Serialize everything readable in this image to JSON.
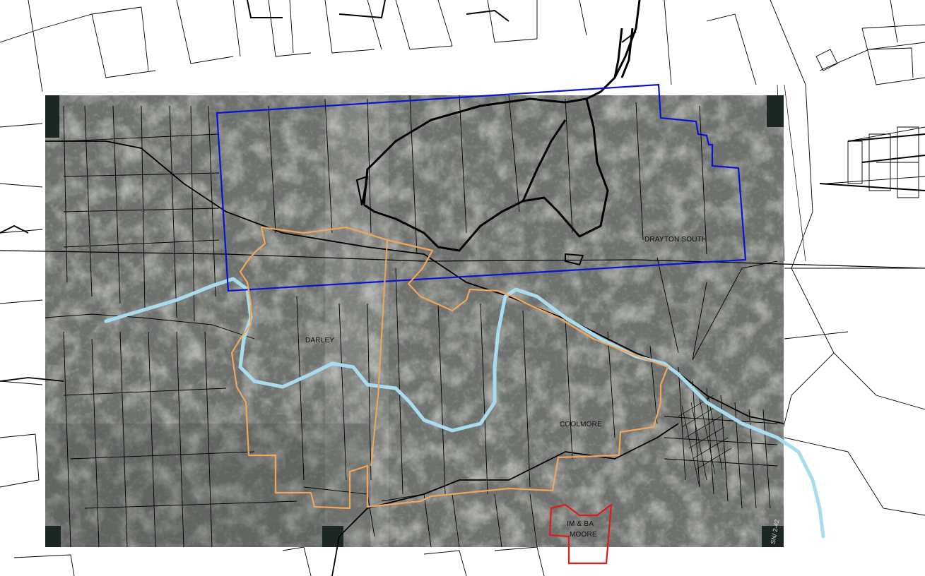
{
  "map": {
    "labels": {
      "drayton_south": "DRAYTON SOUTH",
      "darley": "DARLEY",
      "coolmore": "COOLMORE",
      "moore_line1": "IM & BA",
      "moore_line2": "MOORE",
      "photo_corner_text": "SN/\n2-42"
    },
    "colors": {
      "background": "#ffffff",
      "photo_base": "#6e716d",
      "cadastral": "#000000",
      "drayton_south_boundary": "#0a12d6",
      "darley_boundary": "#f2a65a",
      "moore_boundary": "#e01b1b",
      "river": "#a9dcef",
      "haul_road": "#000000"
    }
  }
}
